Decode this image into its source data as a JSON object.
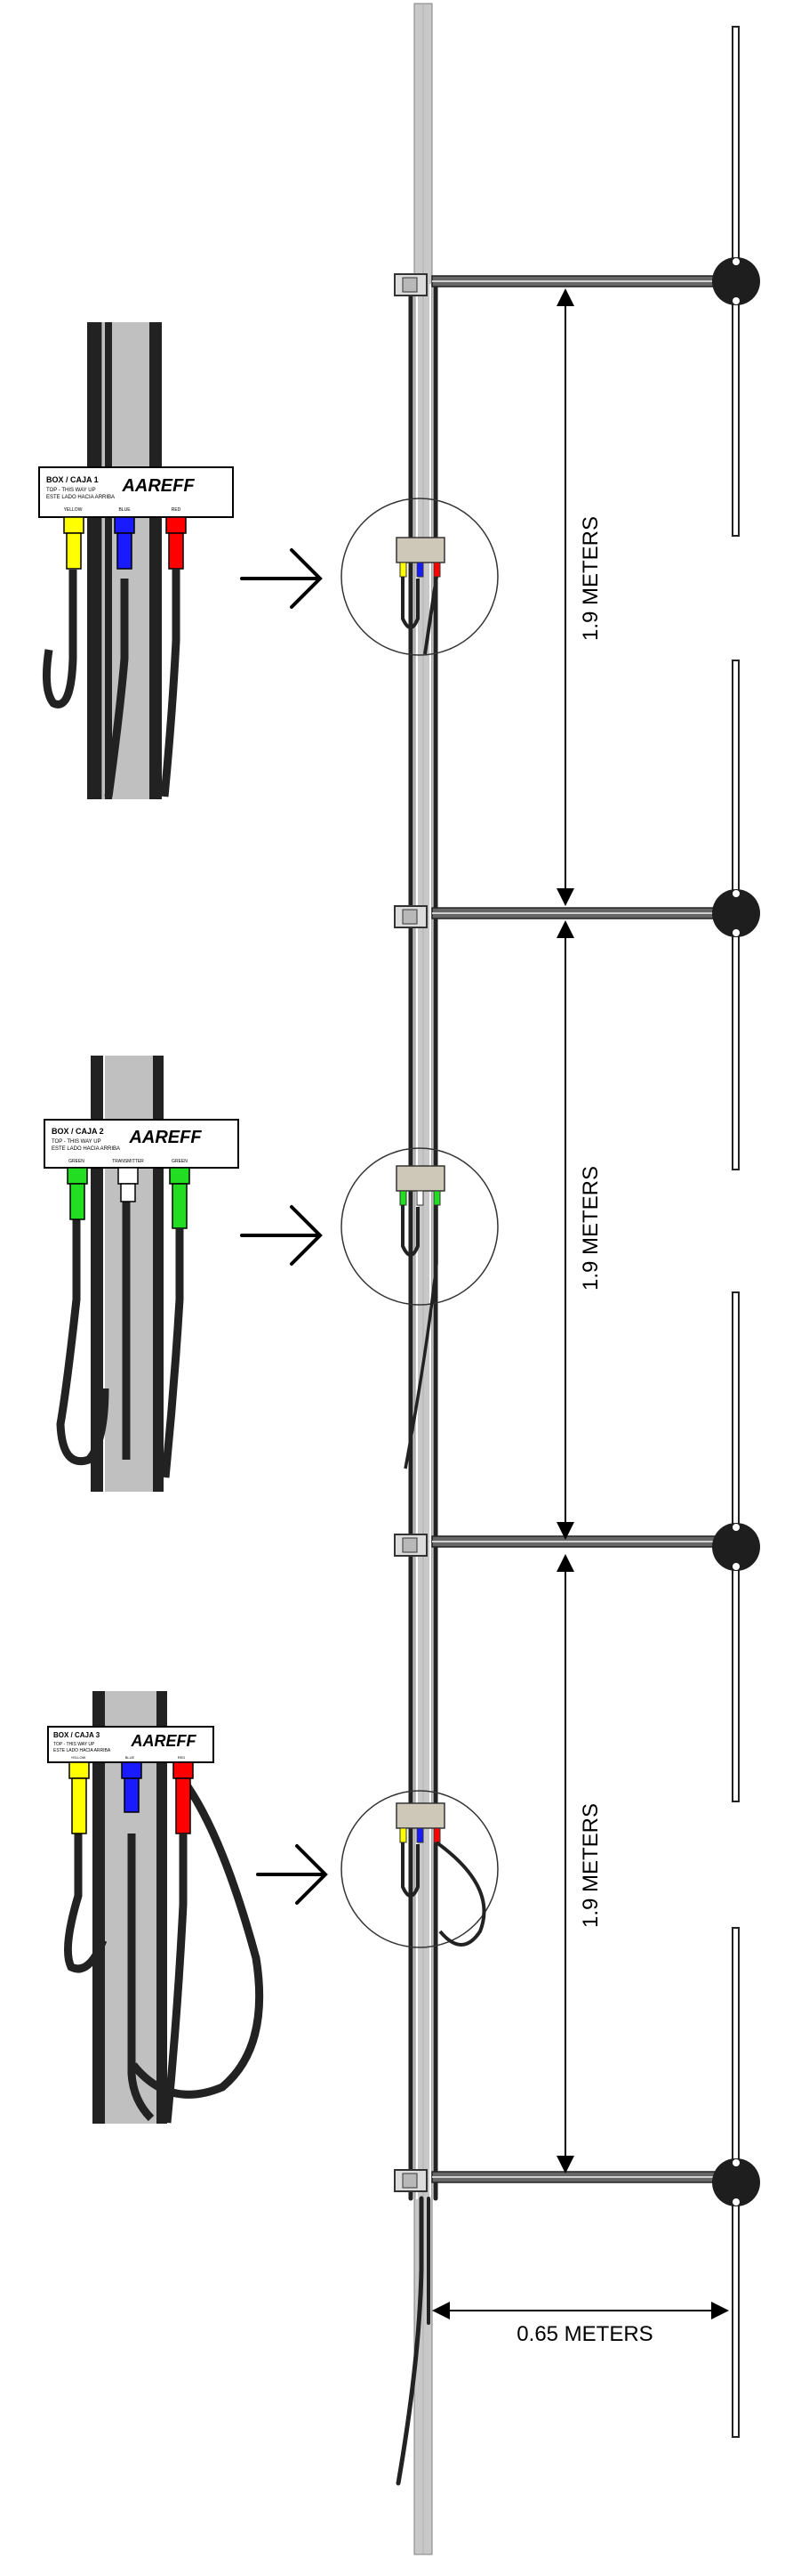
{
  "dimensions": {
    "vertical_spacing_label": "1.9 METERS",
    "horizontal_spacing_label": "0.65 METERS"
  },
  "boxes": [
    {
      "title": "BOX / CAJA 1",
      "line1": "TOP - THIS WAY UP",
      "line2": "ESTE LADO HACIA ARRIBA",
      "brand": "AAREFF",
      "ports": [
        "YELLOW",
        "BLUE",
        "RED"
      ]
    },
    {
      "title": "BOX / CAJA 2",
      "line1": "TOP - THIS WAY UP",
      "line2": "ESTE LADO HACIA ARRIBA",
      "brand": "AAREFF",
      "ports": [
        "GREEN",
        "TRANSMITTER",
        "GREEN"
      ]
    },
    {
      "title": "BOX / CAJA 3",
      "line1": "TOP - THIS WAY UP",
      "line2": "ESTE LADO HACIA ARRIBA",
      "brand": "AAREFF",
      "ports": [
        "YELLOW",
        "BLUE",
        "RED"
      ]
    }
  ],
  "colors": {
    "mast": "#c8c8c8",
    "cable": "#333333",
    "yellow": "#ffff00",
    "blue": "#1a1aff",
    "red": "#ff0000",
    "green": "#22dd22",
    "white": "#ffffff",
    "box": "#cdc8b8"
  }
}
